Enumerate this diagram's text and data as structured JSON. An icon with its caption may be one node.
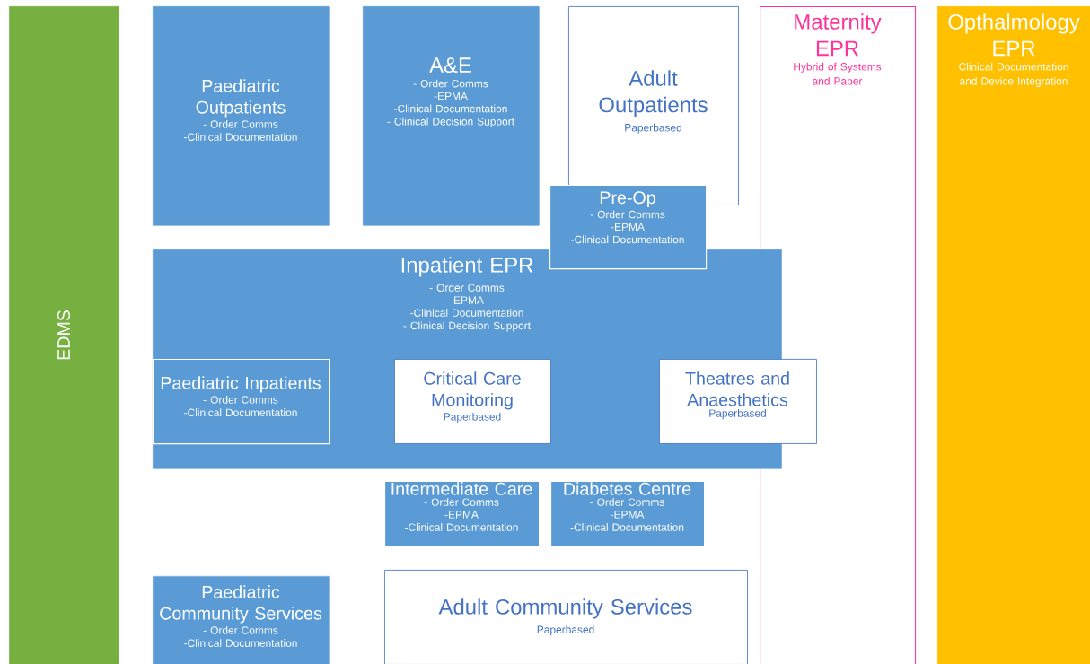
{
  "diagram": {
    "nodes": [
      {
        "text": [
          "EDMS"
        ]
      },
      {
        "text": [
          "Paediatric Outpatients",
          "- Order Comms",
          "-Clinical Documentation"
        ]
      },
      {
        "text": [
          "A&E",
          "- Order Comms",
          "-EPMA",
          "-Clinical Documentation",
          "- Clinical Decision Support"
        ]
      },
      {
        "text": [
          "Adult Outpatients",
          "Paperbased"
        ]
      },
      {
        "text": [
          "Maternity EPR",
          "Hybrid of Systems and Paper"
        ]
      },
      {
        "text": [
          "Opthalmology EPR",
          "Clinical Documentation and Device Integration"
        ]
      },
      {
        "text": [
          "Inpatient EPR",
          "- Order Comms",
          "-EPMA",
          "-Clinical Documentation",
          "- Clinical Decision Support"
        ]
      },
      {
        "text": [
          "Pre-Op",
          "- Order Comms",
          "-EPMA",
          "-Clinical Documentation"
        ]
      },
      {
        "text": [
          "Paediatric Inpatients",
          "- Order Comms",
          "-Clinical Documentation"
        ],
        "in": 6
      },
      {
        "text": [
          "Critical Care Monitoring",
          "Paperbased"
        ],
        "in": 6
      },
      {
        "text": [
          "Theatres and Anaesthetics",
          "Paperbased"
        ]
      },
      {
        "text": [
          "Intermediate Care",
          "- Order Comms",
          "-EPMA",
          "-Clinical Documentation"
        ]
      },
      {
        "text": [
          "Diabetes Centre",
          "- Order Comms",
          "-EPMA",
          "-Clinical Documentation"
        ]
      },
      {
        "text": [
          "Paediatric Community Services",
          "- Order Comms",
          "-Clinical Documentation"
        ]
      },
      {
        "text": [
          "Adult Community Services",
          "Paperbased"
        ]
      }
    ]
  }
}
